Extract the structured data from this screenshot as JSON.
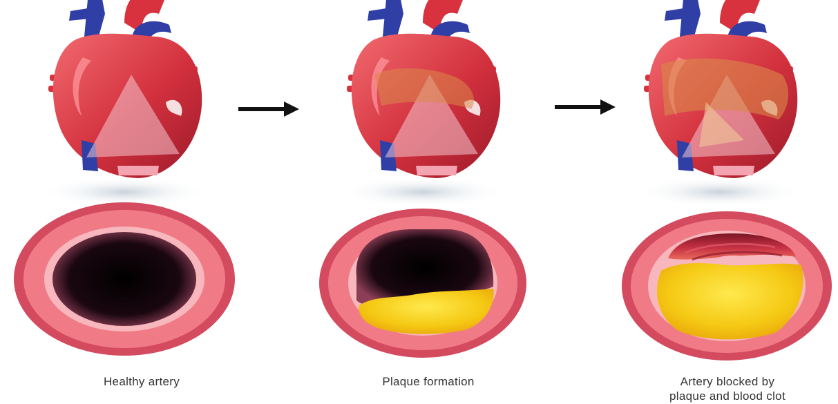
{
  "stages": [
    {
      "caption_line1": "Healthy artery",
      "caption_line2": "",
      "plaque_level": "none"
    },
    {
      "caption_line1": "Plaque formation",
      "caption_line2": "",
      "plaque_level": "partial"
    },
    {
      "caption_line1": "Artery blocked by",
      "caption_line2": "plaque and blood clot",
      "plaque_level": "blocked"
    }
  ],
  "colors": {
    "artery_outer": "#d44a5e",
    "artery_mid": "#f07b86",
    "artery_inner": "#f7b7bd",
    "lumen": "#12060a",
    "plaque": "#f7d21e",
    "blood_clot": "#b3283a",
    "heart_red": "#d8323f",
    "vein_blue": "#2f3fa6",
    "arrow": "#111111"
  }
}
